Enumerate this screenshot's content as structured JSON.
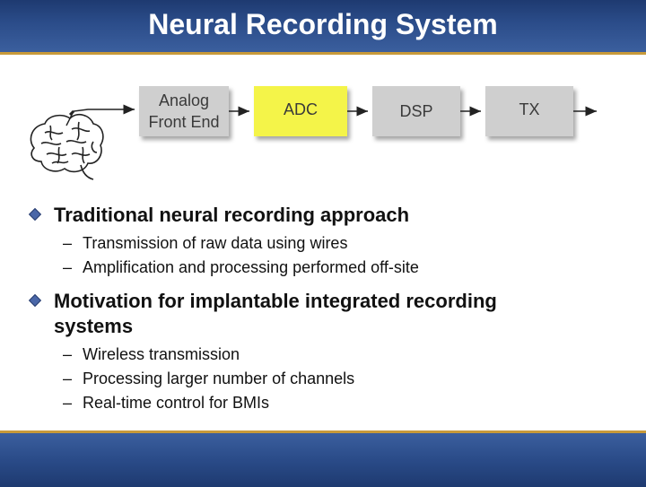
{
  "title": "Neural Recording System",
  "diagram": {
    "blocks": [
      {
        "line1": "Analog",
        "line2": "Front End"
      },
      {
        "line1": "ADC",
        "line2": ""
      },
      {
        "line1": "DSP",
        "line2": ""
      },
      {
        "line1": "TX",
        "line2": ""
      }
    ]
  },
  "bullets": [
    {
      "text": "Traditional neural recording approach",
      "subs": [
        "Transmission of raw data using wires",
        "Amplification and processing performed off-site"
      ]
    },
    {
      "text_line1": "Motivation for implantable integrated recording",
      "text_line2": "systems",
      "subs": [
        "Wireless transmission",
        "Processing larger number of channels",
        "Real-time control for BMIs"
      ]
    }
  ],
  "dash": "–",
  "colors": {
    "title_bar": "#2a4b88",
    "accent": "#c89a3a",
    "adc_block": "#f4f44a",
    "block": "#cfcfcf"
  }
}
